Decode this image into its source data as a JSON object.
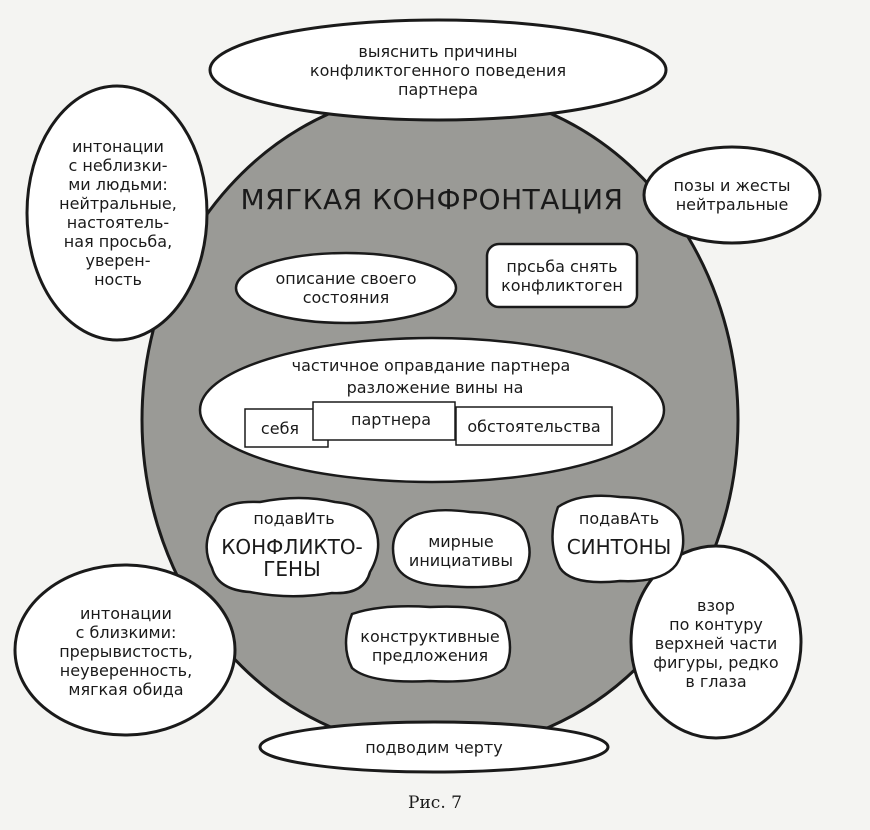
{
  "diagram": {
    "title": "МЯГКАЯ КОНФРОНТАЦИЯ",
    "top_goal": "выяснить причины\nконфликтогенного поведения\nпартнера",
    "left_top_note": "интонации\nс неблизки-\nми людьми:\nнейтральные,\nнастоятель-\nная просьба,\nуверен-\nность",
    "right_top_note": "позы и жесты\nнейтральные",
    "left_bottom_note": "интонации\nс близкими:\nпрерывистость,\nнеуверенность,\nмягкая обида",
    "right_bottom_note": "взор\nпо контуру\nверхней части\nфигуры, редко\nв глаза",
    "bottom_conclusion": "подводим черту",
    "describe_state": "описание своего\nсостояния",
    "request_remove": "прсьба снять\nконфликтоген",
    "partial_justification": "частичное оправдание партнера",
    "blame_split_label": "разложение вины на",
    "blame_self": "себя",
    "blame_partner": "партнера",
    "blame_circumstances": "обстоятельства",
    "suppress_small": "подавИть",
    "suppress_big": "КОНФЛИКТО-\nГЕНЫ",
    "peace_initiatives": "мирные\nинициативы",
    "give_small": "подавАть",
    "give_big": "СИНТОНЫ",
    "constructive": "конструктивные\nпредложения"
  },
  "caption": "Рис. 7",
  "colors": {
    "main_fill": "#9a9a96",
    "bubble_fill": "#ffffff",
    "stroke": "#1a1a1a",
    "background": "#f4f4f2"
  }
}
